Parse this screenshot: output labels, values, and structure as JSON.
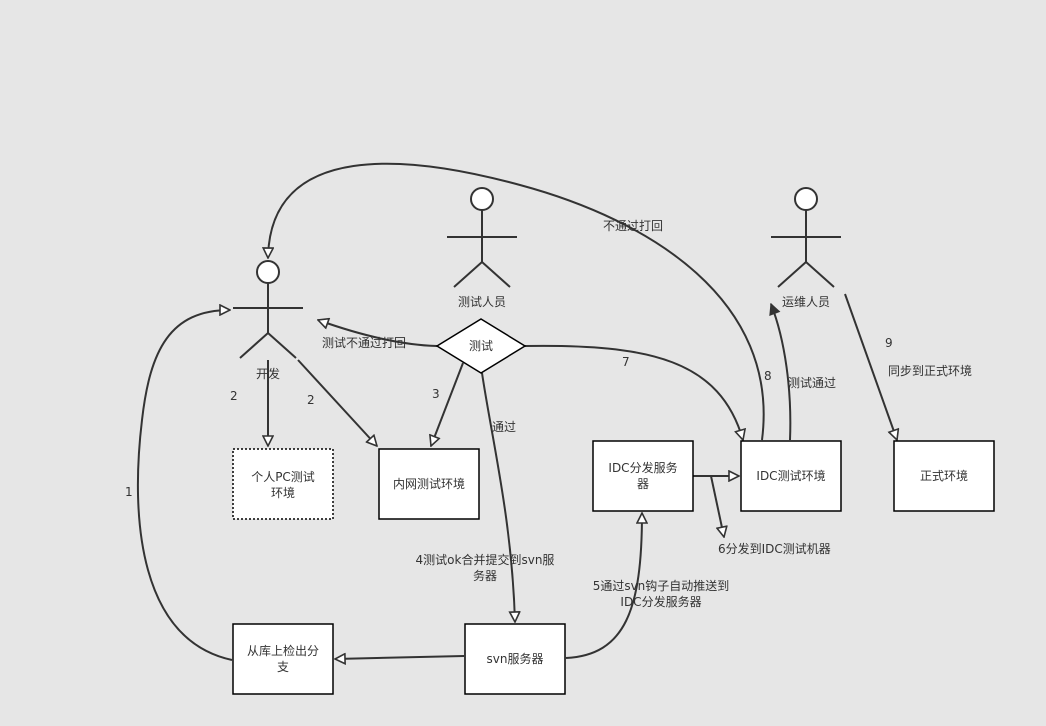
{
  "actors": {
    "developer": "开发",
    "tester": "测试人员",
    "ops": "运维人员"
  },
  "nodes": {
    "decision_test": "测试",
    "personal_pc_env": [
      "个人PC测试",
      "环境"
    ],
    "intranet_env": "内网测试环境",
    "idc_dist_server": [
      "IDC分发服务",
      "器"
    ],
    "idc_test_env": "IDC测试环境",
    "prod_env": "正式环境",
    "svn_server": "svn服务器",
    "checkout_branch": [
      "从库上检出分",
      "支"
    ]
  },
  "edges": {
    "reject_top": "不通过打回",
    "test_reject": "测试不通过打回",
    "pass": "通过",
    "step1": "1",
    "step2_left": "2",
    "step2_right": "2",
    "step3": "3",
    "step4": [
      "4测试ok合并提交到svn服",
      "务器"
    ],
    "step5": [
      "5通过svn钩子自动推送到",
      "IDC分发服务器"
    ],
    "step6": "6分发到IDC测试机器",
    "step7": "7",
    "step8": "8",
    "test_passed": "测试通过",
    "step9": "9",
    "sync_prod": "同步到正式环境"
  }
}
